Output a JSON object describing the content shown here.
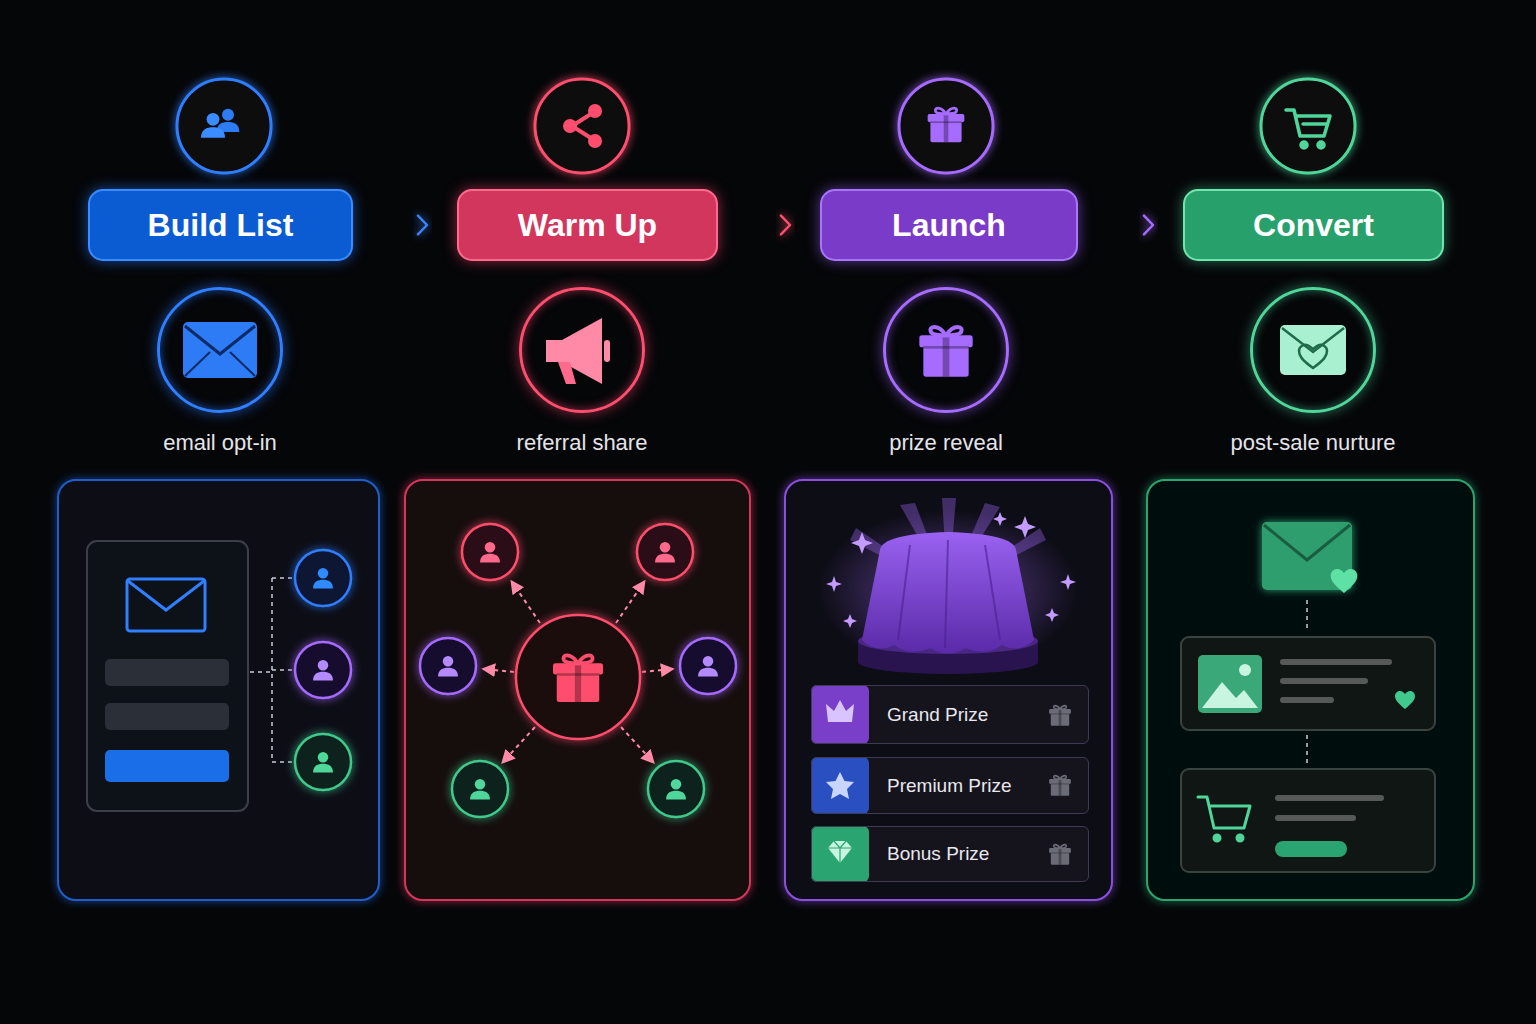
{
  "diagram": {
    "nodes": [
      {
        "text": [
          "Build List"
        ]
      },
      {
        "text": [
          "Warm Up"
        ]
      },
      {
        "text": [
          "Launch"
        ]
      },
      {
        "text": [
          "Convert"
        ]
      },
      {
        "text": [
          "email opt-in"
        ]
      },
      {
        "text": [
          "referral share"
        ]
      },
      {
        "text": [
          "prize reveal"
        ]
      },
      {
        "text": [
          "post-sale nurture"
        ]
      },
      {
        "text": [
          "Grand Prize"
        ]
      },
      {
        "text": [
          "Premium Prize"
        ]
      },
      {
        "text": [
          "Bonus Prize"
        ]
      }
    ],
    "edges": [
      {
        "from": 0,
        "to": 1,
        "arrow": "to"
      },
      {
        "from": 1,
        "to": 2,
        "arrow": "to"
      },
      {
        "from": 2,
        "to": 3,
        "arrow": "to"
      }
    ]
  }
}
